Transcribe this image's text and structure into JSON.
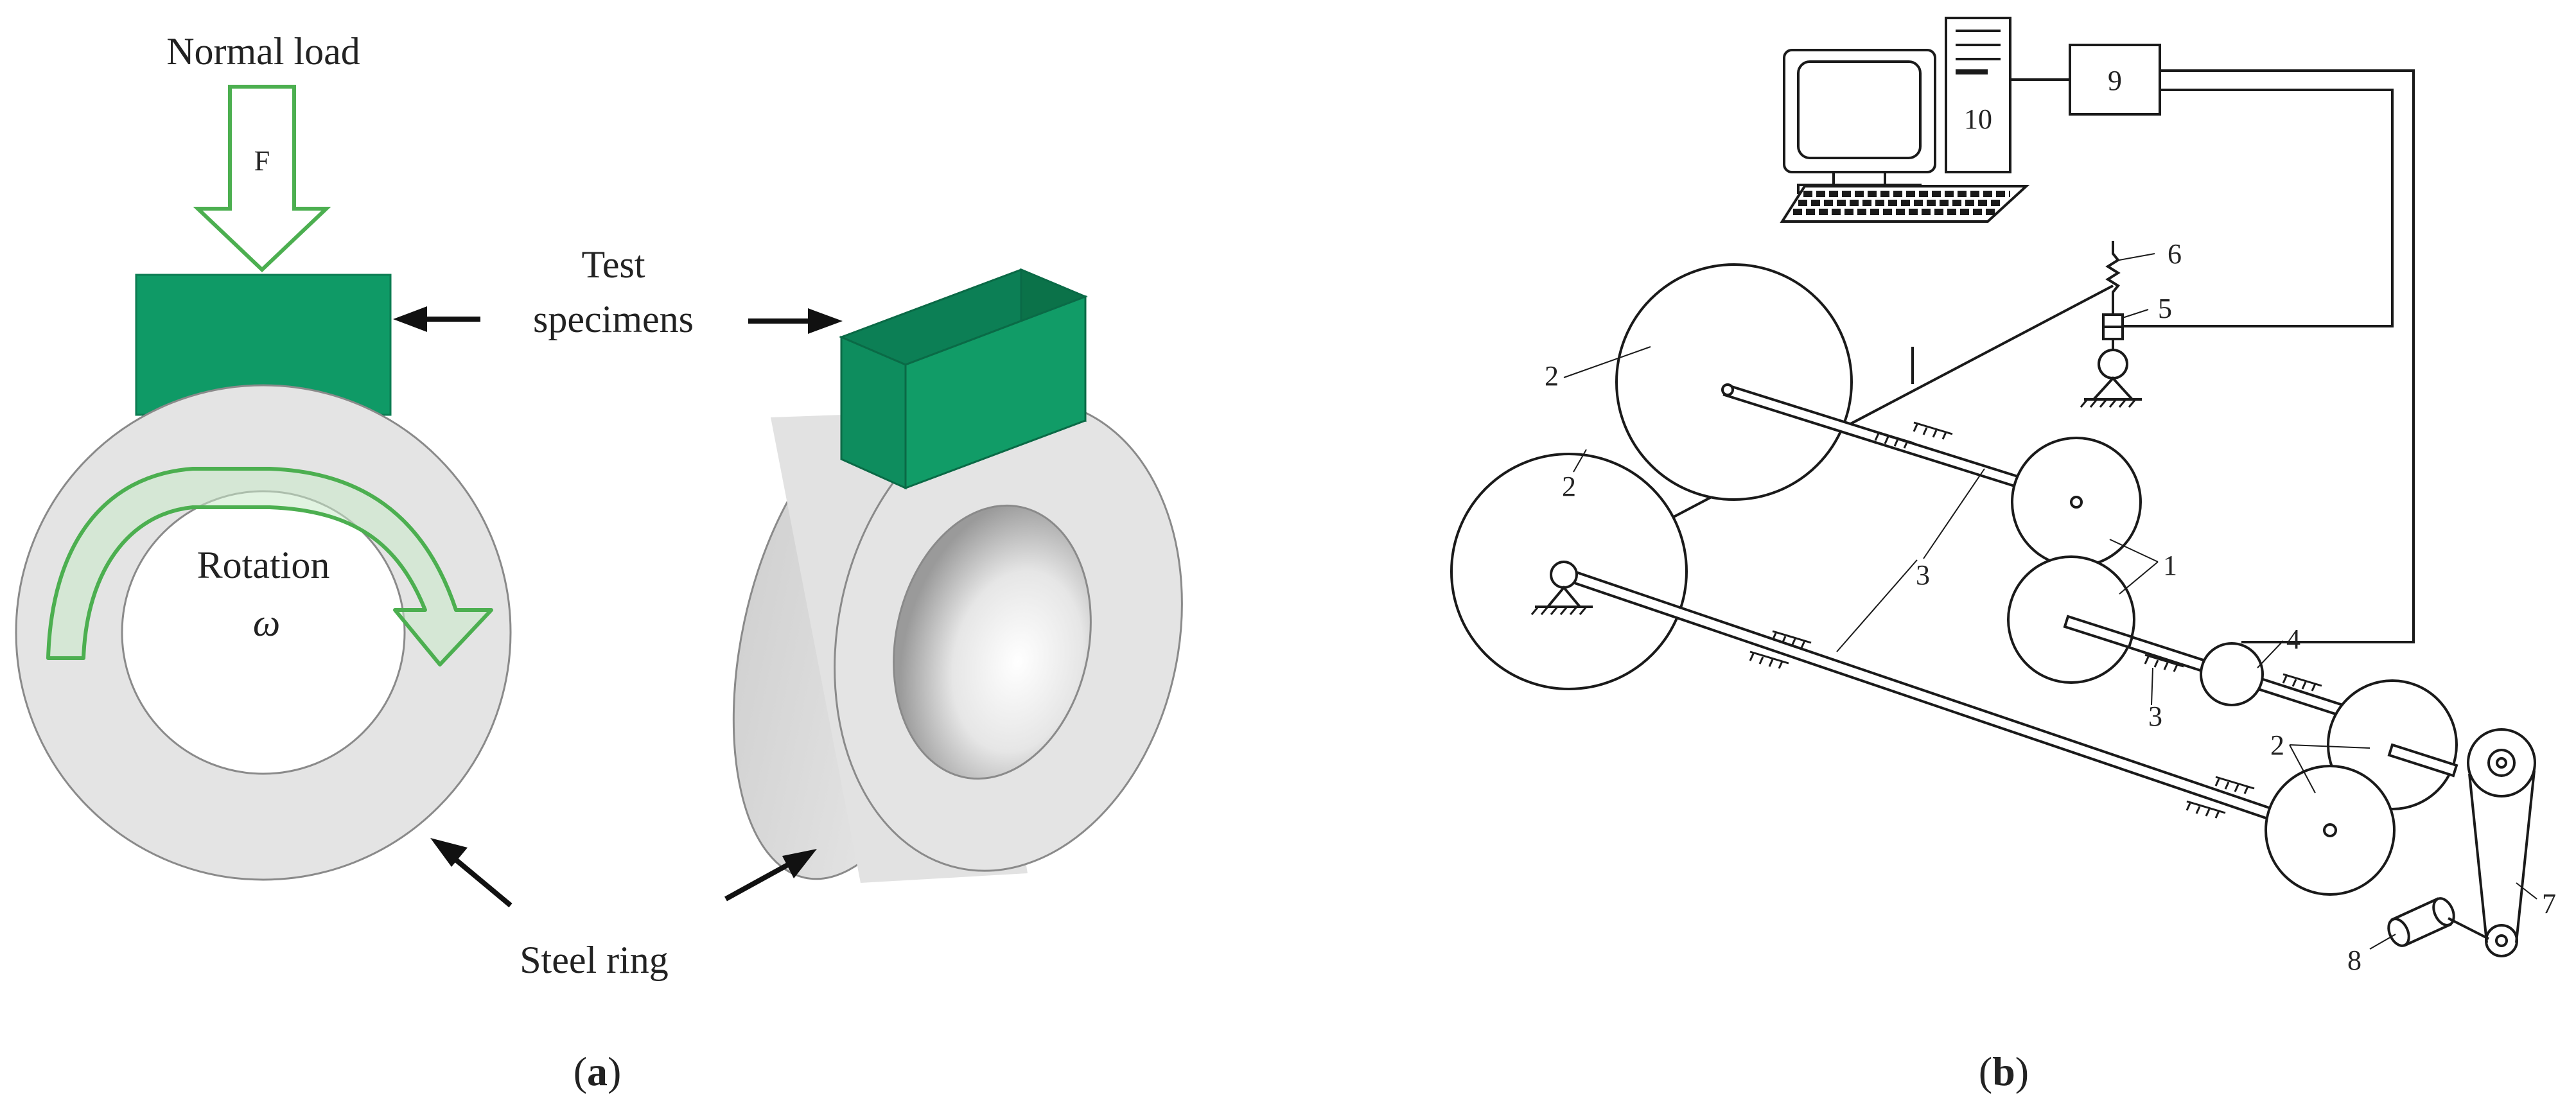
{
  "panel_a": {
    "normal_load": "Normal load",
    "force": "F",
    "test_line1": "Test",
    "test_line2": "specimens",
    "rotation": "Rotation",
    "omega": "ω",
    "steel_ring": "Steel ring",
    "caption_open": "(",
    "caption_letter": "a",
    "caption_close": ")"
  },
  "panel_b": {
    "labels": {
      "n1": "1",
      "n2a": "2",
      "n2b": "2",
      "n2c": "2",
      "n3a": "3",
      "n3b": "3",
      "n4": "4",
      "n5": "5",
      "n6": "6",
      "n7": "7",
      "n8": "8",
      "n9": "9",
      "n10": "10"
    },
    "caption_open": "(",
    "caption_letter": "b",
    "caption_close": ")"
  },
  "colors": {
    "specimen_green": "#0f9a66",
    "specimen_green_dark": "#0b7c52",
    "arrow_green": "#4caf50",
    "ring_gray": "#e4e4e4",
    "line": "#1a1a1a"
  }
}
